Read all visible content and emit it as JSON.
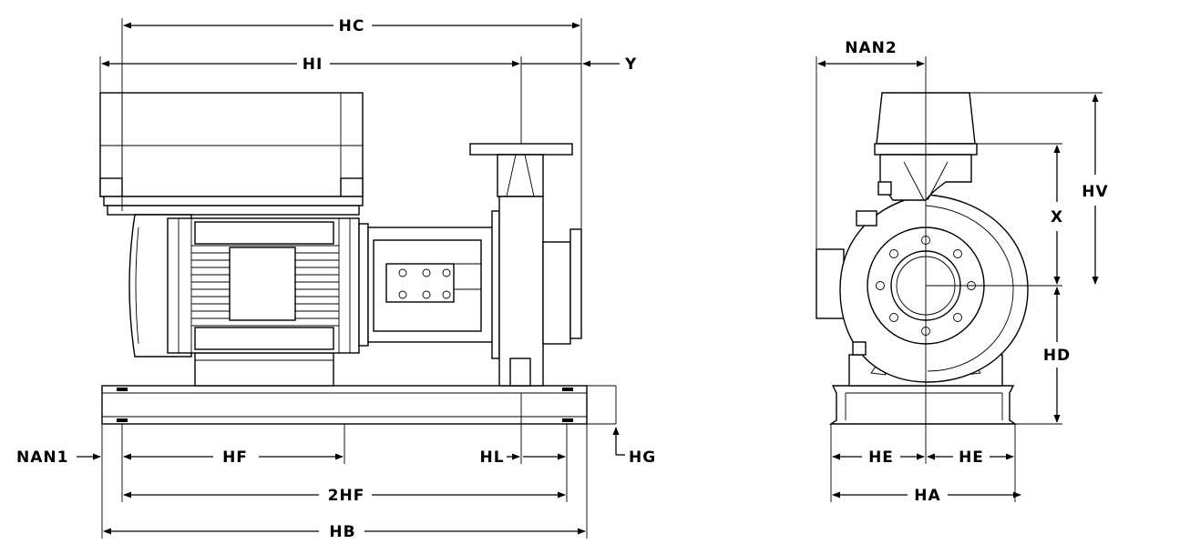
{
  "labels": {
    "hc": "HC",
    "hi": "HI",
    "y": "Y",
    "nan1": "NAN1",
    "hf": "HF",
    "hl": "HL",
    "hg": "HG",
    "twohf": "2HF",
    "hb": "HB",
    "nan2": "NAN2",
    "hv": "HV",
    "x": "X",
    "hd": "HD",
    "he_left": "HE",
    "he_right": "HE",
    "ha": "HA"
  }
}
